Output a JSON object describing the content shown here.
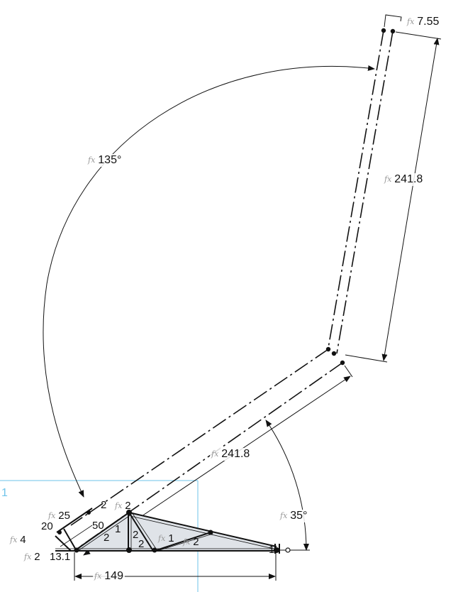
{
  "sketch": {
    "region_label": "1",
    "fx_symbol": "fx",
    "dimensions": {
      "top_width": "7.55",
      "upper_length": "241.8",
      "arc_angle": "135°",
      "lower_length": "241.8",
      "base_angle": "35°",
      "base_length": "149"
    },
    "cluster_labels": {
      "d25": "25",
      "d4": "4",
      "d2a": "2",
      "d13": "13.1",
      "d50": "50",
      "d1a": "1",
      "d2b": "2",
      "d2c": "2",
      "d2d": "2",
      "d2e": "2",
      "d1b": "1",
      "d2f": "2",
      "d2top": "2",
      "d20": "20",
      "d1c": "1"
    },
    "colors": {
      "line": "#111111",
      "fill": "#dfe3e8",
      "construction_blue": "#6ec3ea"
    }
  }
}
